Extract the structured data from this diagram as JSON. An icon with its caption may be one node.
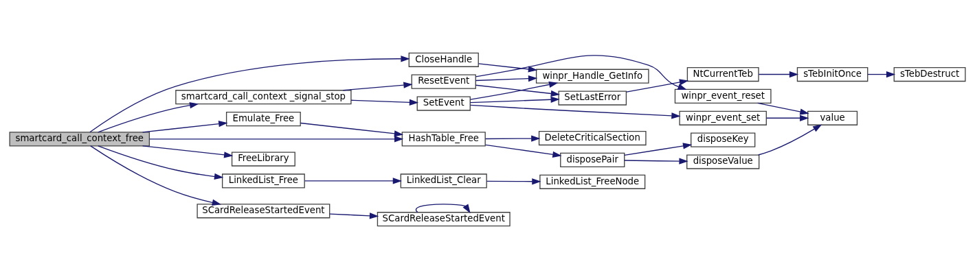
{
  "diagram": {
    "nodes": [
      {
        "text": [
          "smartcard_call_context_free"
        ]
      },
      {
        "text": [
          "CloseHandle"
        ]
      },
      {
        "text": [
          "smartcard_call_context _signal_stop"
        ]
      },
      {
        "text": [
          "SetEvent"
        ]
      },
      {
        "text": [
          "ResetEvent"
        ]
      },
      {
        "text": [
          "winpr_Handle_GetInfo"
        ]
      },
      {
        "text": [
          "SetLastError"
        ]
      },
      {
        "text": [
          "NtCurrentTeb"
        ]
      },
      {
        "text": [
          "sTebInitOnce"
        ]
      },
      {
        "text": [
          "sTebDestruct"
        ]
      },
      {
        "text": [
          "winpr_event_set"
        ]
      },
      {
        "text": [
          "winpr_event_reset"
        ]
      },
      {
        "text": [
          "value"
        ]
      },
      {
        "text": [
          "Emulate_Free"
        ]
      },
      {
        "text": [
          "HashTable_Free"
        ]
      },
      {
        "text": [
          "disposePair"
        ]
      },
      {
        "text": [
          "disposeValue"
        ]
      },
      {
        "text": [
          "disposeKey"
        ]
      },
      {
        "text": [
          "DeleteCriticalSection"
        ]
      },
      {
        "text": [
          "FreeLibrary"
        ]
      },
      {
        "text": [
          "LinkedList_Free"
        ]
      },
      {
        "text": [
          "LinkedList_Clear"
        ]
      },
      {
        "text": [
          "LinkedList_FreeNode"
        ]
      },
      {
        "text": [
          "SCardReleaseStartedEvent"
        ]
      },
      {
        "text": [
          "SCardReleaseStartedEvent"
        ]
      }
    ],
    "edges": [
      {
        "from": 0,
        "to": 1,
        "arrow": "to"
      },
      {
        "from": 0,
        "to": 2,
        "arrow": "to"
      },
      {
        "from": 0,
        "to": 13,
        "arrow": "to"
      },
      {
        "from": 0,
        "to": 14,
        "arrow": "to"
      },
      {
        "from": 0,
        "to": 19,
        "arrow": "to"
      },
      {
        "from": 0,
        "to": 20,
        "arrow": "to"
      },
      {
        "from": 0,
        "to": 23,
        "arrow": "to"
      },
      {
        "from": 1,
        "to": 5,
        "arrow": "to"
      },
      {
        "from": 2,
        "to": 3,
        "arrow": "to"
      },
      {
        "from": 2,
        "to": 4,
        "arrow": "to"
      },
      {
        "from": 3,
        "to": 5,
        "arrow": "to"
      },
      {
        "from": 3,
        "to": 6,
        "arrow": "to"
      },
      {
        "from": 3,
        "to": 10,
        "arrow": "to"
      },
      {
        "from": 4,
        "to": 5,
        "arrow": "to"
      },
      {
        "from": 4,
        "to": 6,
        "arrow": "to"
      },
      {
        "from": 4,
        "to": 11,
        "arrow": "to"
      },
      {
        "from": 6,
        "to": 7,
        "arrow": "to"
      },
      {
        "from": 7,
        "to": 8,
        "arrow": "to"
      },
      {
        "from": 8,
        "to": 9,
        "arrow": "to"
      },
      {
        "from": 10,
        "to": 12,
        "arrow": "to"
      },
      {
        "from": 11,
        "to": 12,
        "arrow": "to"
      },
      {
        "from": 13,
        "to": 14,
        "arrow": "to"
      },
      {
        "from": 14,
        "to": 15,
        "arrow": "to"
      },
      {
        "from": 14,
        "to": 18,
        "arrow": "to"
      },
      {
        "from": 15,
        "to": 16,
        "arrow": "to"
      },
      {
        "from": 15,
        "to": 17,
        "arrow": "to"
      },
      {
        "from": 16,
        "to": 12,
        "arrow": "to"
      },
      {
        "from": 20,
        "to": 21,
        "arrow": "to"
      },
      {
        "from": 21,
        "to": 22,
        "arrow": "to"
      },
      {
        "from": 23,
        "to": 24,
        "arrow": "to"
      },
      {
        "from": 24,
        "to": 24,
        "arrow": "to"
      }
    ]
  }
}
